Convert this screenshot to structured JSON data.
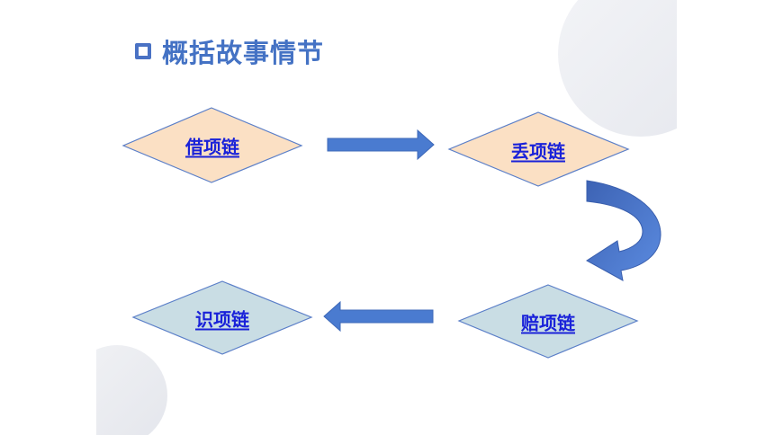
{
  "title": {
    "icon": "square-bullet-icon",
    "text": "概括故事情节"
  },
  "nodes": {
    "borrow": {
      "label": "借项链",
      "fill": "#fbe0c4"
    },
    "lose": {
      "label": "丢项链",
      "fill": "#fbe0c4"
    },
    "compensate": {
      "label": "赔项链",
      "fill": "#c9dde4"
    },
    "recognize": {
      "label": "识项链",
      "fill": "#c9dde4"
    }
  },
  "colors": {
    "accent": "#4472c4",
    "arrow": "#4a7bd0",
    "link": "#1a22d9",
    "diamond_stroke": "#5b7fc8"
  }
}
